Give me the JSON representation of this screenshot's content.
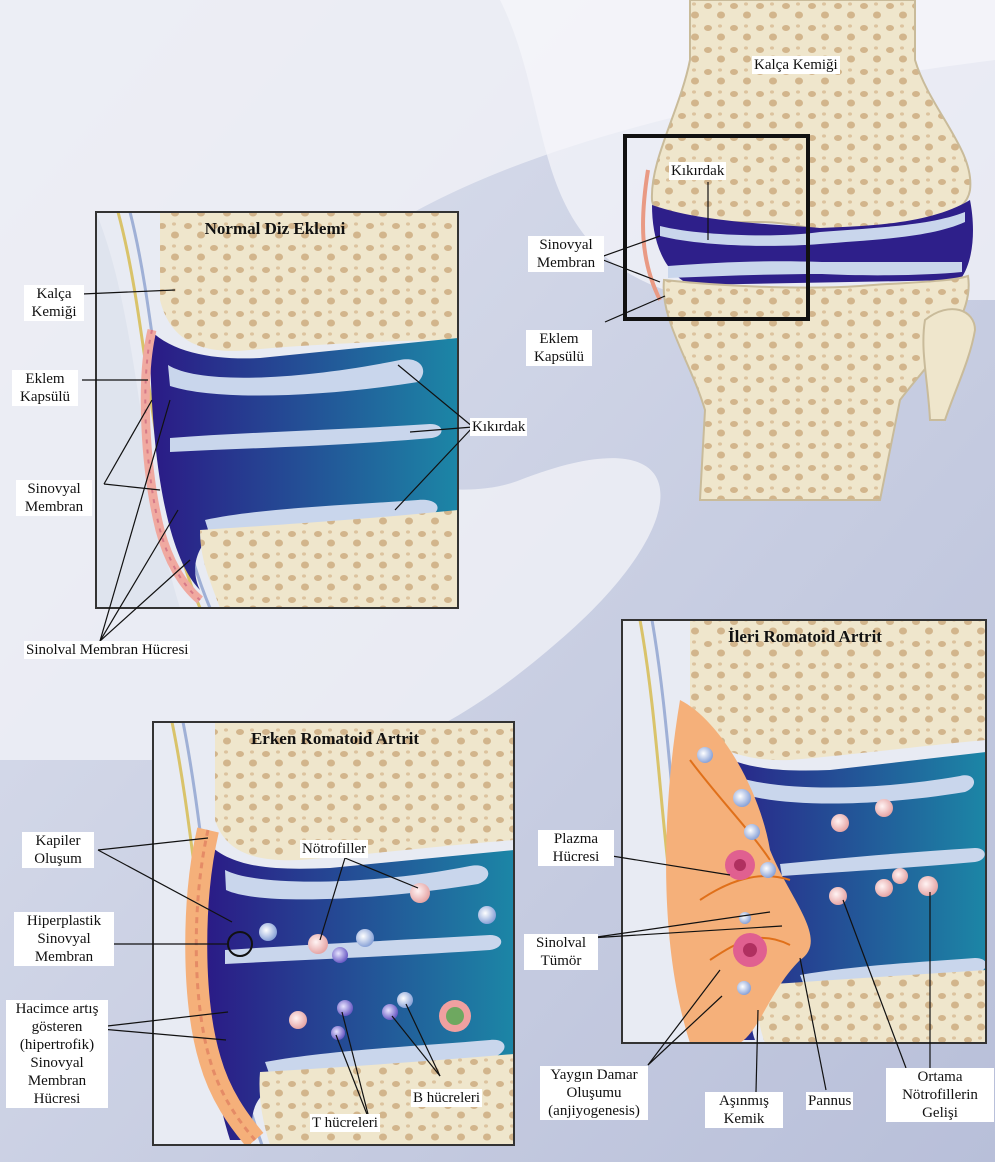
{
  "panels": {
    "normal_title": "Normal Diz Eklemi",
    "early_title": "Erken Romatoid Artrit",
    "advanced_title": "İleri Romatoid Artrit"
  },
  "overview": {
    "kalca_kemigi": "Kalça Kemiği",
    "kikirdak": "Kıkırdak",
    "sinovyal_l1": "Sinovyal",
    "sinovyal_l2": "Membran",
    "eklem_l1": "Eklem",
    "eklem_l2": "Kapsülü"
  },
  "normal": {
    "kalca_l1": "Kalça",
    "kalca_l2": "Kemiği",
    "eklem_l1": "Eklem",
    "eklem_l2": "Kapsülü",
    "sinovyal_l1": "Sinovyal",
    "sinovyal_l2": "Membran",
    "kikirdak": "Kıkırdak",
    "hucre": "Sinolval Membran Hücresi"
  },
  "early": {
    "kapiler_l1": "Kapiler",
    "kapiler_l2": "Oluşum",
    "notrofiller": "Nötrofiller",
    "hiper_l1": "Hiperplastik",
    "hiper_l2": "Sinovyal",
    "hiper_l3": "Membran",
    "hacim_l1": "Hacimce artış",
    "hacim_l2": "gösteren",
    "hacim_l3": "(hipertrofik)",
    "hacim_l4": "Sinovyal",
    "hacim_l5": "Membran",
    "hacim_l6": "Hücresi",
    "t_hucre": "T hücreleri",
    "b_hucre": "B hücreleri"
  },
  "advanced": {
    "plazma_l1": "Plazma",
    "plazma_l2": "Hücresi",
    "tumor_l1": "Sinolval",
    "tumor_l2": "Tümör",
    "damar_l1": "Yaygın Damar",
    "damar_l2": "Oluşumu",
    "damar_l3": "(anjiyogenesis)",
    "asinmis_l1": "Aşınmış",
    "asinmis_l2": "Kemik",
    "pannus": "Pannus",
    "ortama_l1": "Ortama",
    "ortama_l2": "Nötrofillerin",
    "ortama_l3": "Gelişi"
  },
  "colors": {
    "bone": "#efe6cc",
    "cavity": "#2e1f8a",
    "cavity_teal": "#1f7fa0",
    "cartilage": "#c9d6ec",
    "synovium": "#f0a9a0",
    "inflamed": "#f5b07a",
    "backdrop": "#c7cde3"
  }
}
